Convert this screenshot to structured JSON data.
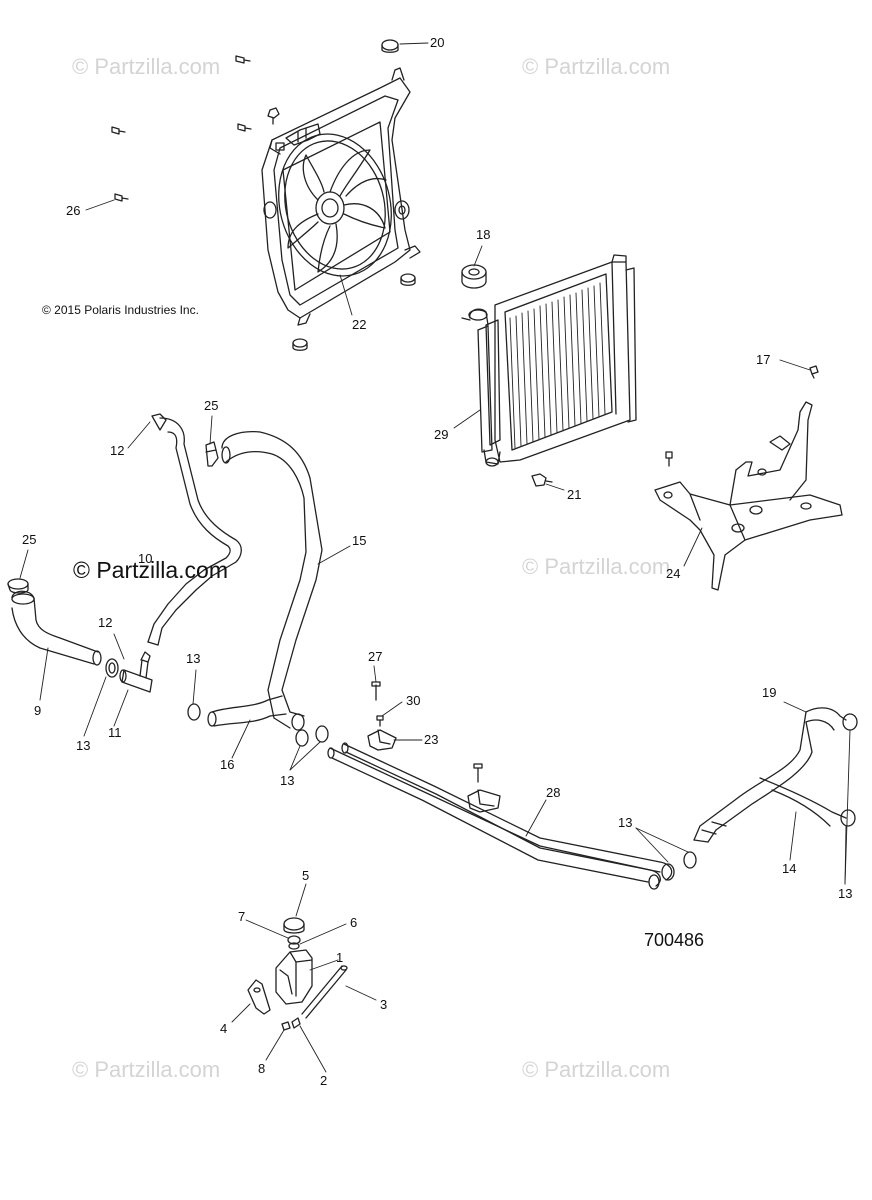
{
  "copyright": "© 2015 Polaris Industries Inc.",
  "diagram_number": "700486",
  "watermark": "© Partzilla.com",
  "callouts": {
    "c1": "1",
    "c2": "2",
    "c3": "3",
    "c4": "4",
    "c5": "5",
    "c6": "6",
    "c7": "7",
    "c8": "8",
    "c9": "9",
    "c10": "10",
    "c11": "11",
    "c12a": "12",
    "c12b": "12",
    "c13a": "13",
    "c13b": "13",
    "c13c": "13",
    "c13d": "13",
    "c13e": "13",
    "c14": "14",
    "c15": "15",
    "c16": "16",
    "c17": "17",
    "c18": "18",
    "c19": "19",
    "c20": "20",
    "c21": "21",
    "c22": "22",
    "c23": "23",
    "c24": "24",
    "c25a": "25",
    "c25b": "25",
    "c26": "26",
    "c27": "27",
    "c28": "28",
    "c29": "29",
    "c30": "30"
  },
  "colors": {
    "line": "#222222",
    "watermark": "#d4d4d4",
    "background": "#ffffff"
  }
}
